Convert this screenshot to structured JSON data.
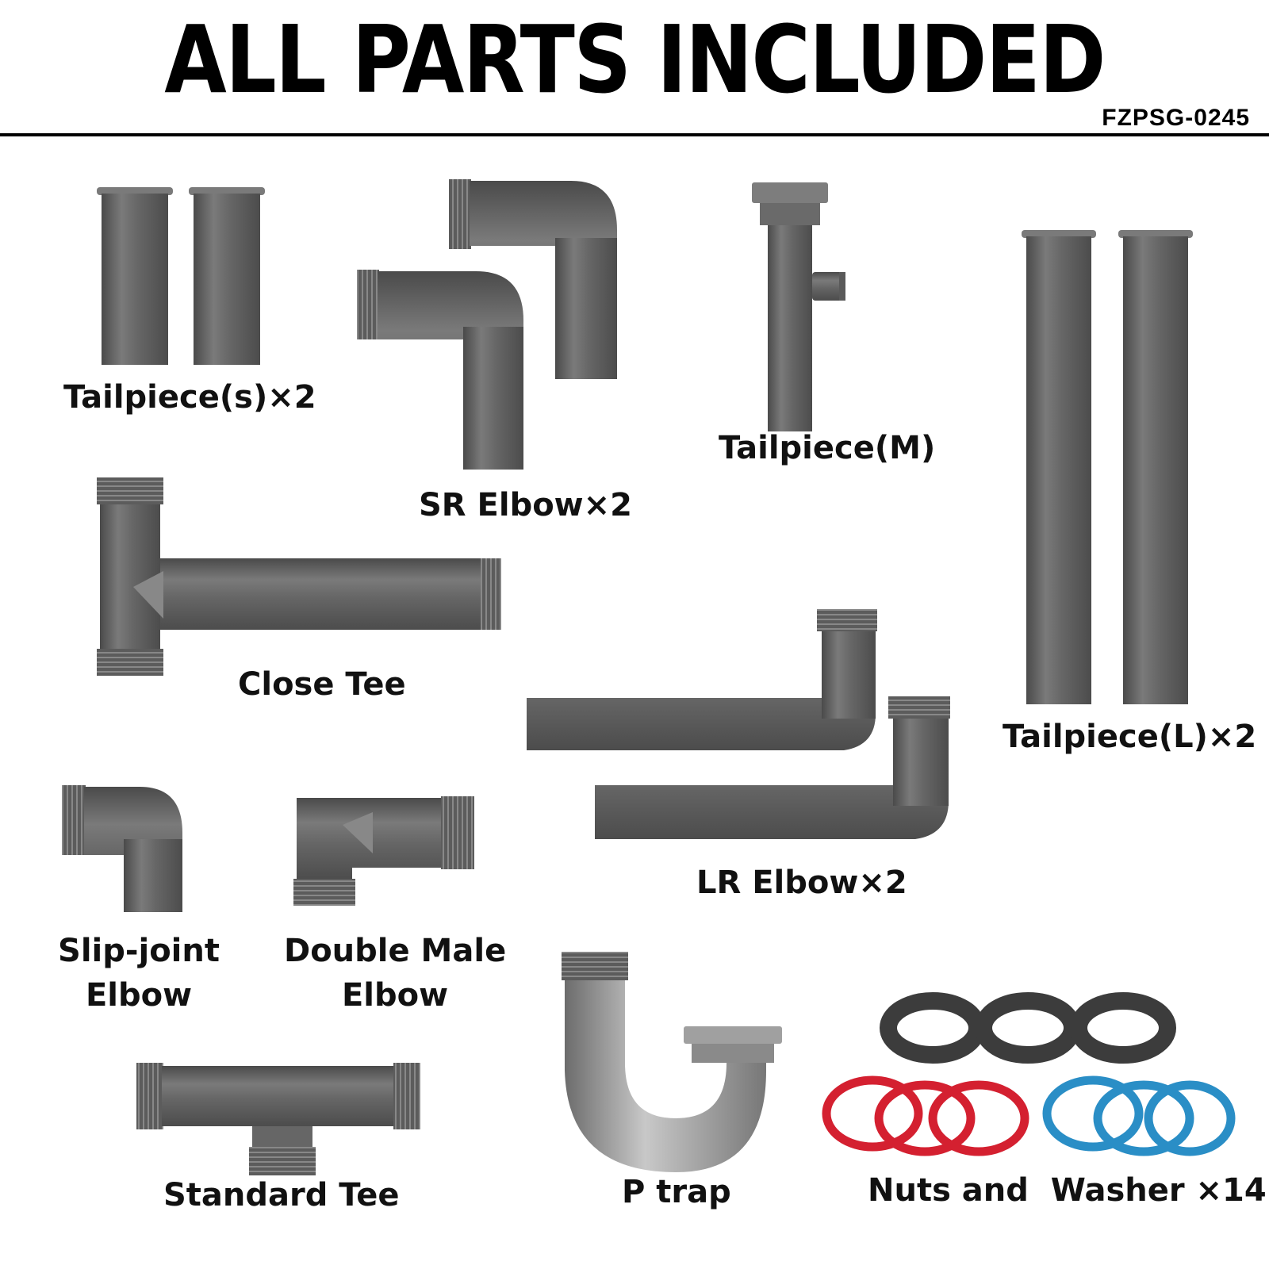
{
  "header": {
    "title": "ALL PARTS INCLUDED",
    "model": "FZPSG-0245"
  },
  "labels": {
    "tailpiece_s": "Tailpiece(s)×2",
    "sr_elbow": "SR Elbow×2",
    "tailpiece_m": "Tailpiece(M)",
    "tailpiece_l": "Tailpiece(L)×2",
    "close_tee": "Close Tee",
    "lr_elbow": "LR Elbow×2",
    "slip_joint_1": "Slip-joint",
    "slip_joint_2": "Elbow",
    "double_male_1": "Double Male",
    "double_male_2": "Elbow",
    "standard_tee": "Standard Tee",
    "p_trap": "P trap",
    "nuts_washer": "Nuts and  Washer ×14"
  },
  "colors": {
    "pipe": "#6a6a6a",
    "washer_red": "#d42030",
    "washer_blue": "#2a8ec6",
    "nut": "#3c3c3c"
  }
}
